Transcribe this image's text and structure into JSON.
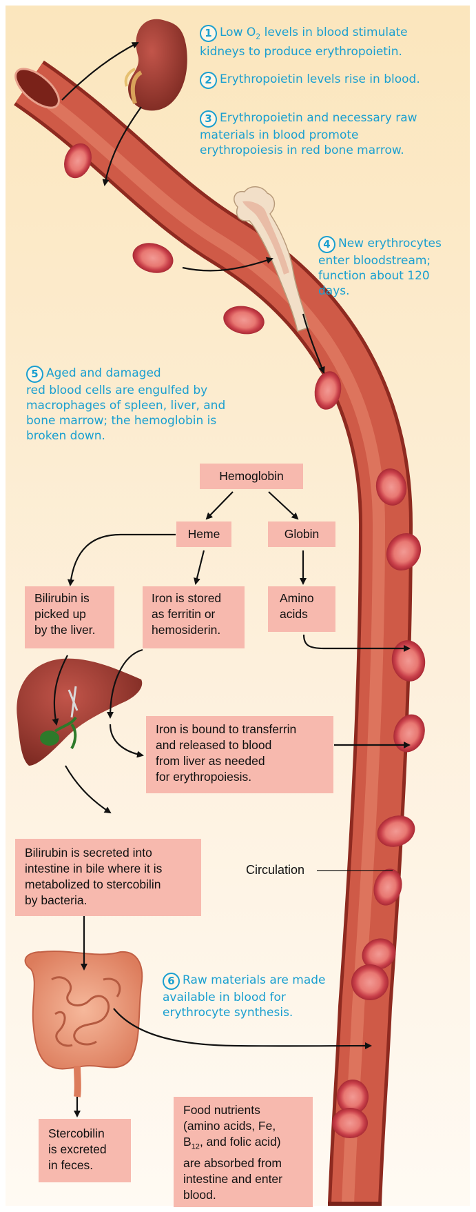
{
  "steps": [
    {
      "num": "1",
      "line1_pre": "Low O",
      "line1_sub": "2",
      "line1_post": " levels in blood stimulate",
      "line2": "kidneys to produce erythropoietin."
    },
    {
      "num": "2",
      "text": "Erythropoietin levels rise in blood."
    },
    {
      "num": "3",
      "line1": "Erythropoietin and necessary raw",
      "line2": "materials in blood promote",
      "line3": "erythropoiesis in red bone marrow."
    },
    {
      "num": "4",
      "line1": "New erythrocytes",
      "line2": "enter bloodstream;",
      "line3": "function about 120",
      "line4": "days."
    },
    {
      "num": "5",
      "line1": "Aged and damaged",
      "line2": "red blood cells are engulfed by",
      "line3": "macrophages of spleen, liver, and",
      "line4": "bone marrow; the hemoglobin is",
      "line5": "broken down."
    },
    {
      "num": "6",
      "line1": "Raw materials are made",
      "line2": "available in blood for",
      "line3": "erythrocyte synthesis."
    }
  ],
  "boxes": {
    "hemoglobin": "Hemoglobin",
    "heme": "Heme",
    "globin": "Globin",
    "bilirubin_liver": [
      "Bilirubin is",
      "picked up",
      "by the liver."
    ],
    "iron_stored": [
      "Iron is stored",
      "as ferritin or",
      "hemosiderin."
    ],
    "amino_acids": [
      "Amino",
      "acids"
    ],
    "iron_transferrin": [
      "Iron is bound to transferrin",
      "and released to blood",
      "from liver as needed",
      "for erythropoiesis."
    ],
    "bilirubin_intestine": [
      "Bilirubin is secreted into",
      "intestine in bile where it is",
      "metabolized to stercobilin",
      "by bacteria."
    ],
    "stercobilin": [
      "Stercobilin",
      "is excreted",
      "in feces."
    ],
    "food_nutrients": {
      "l1": "Food nutrients",
      "l2": "(amino acids, Fe,",
      "l3_pre": "B",
      "l3_sub": "12",
      "l3_post": ", and folic acid)",
      "l4": "are absorbed from",
      "l5": "intestine and enter",
      "l6": "blood."
    }
  },
  "labels": {
    "circulation": "Circulation"
  },
  "colors": {
    "step_text": "#1a9fd0",
    "box_fill": "#f7b9ae",
    "vessel": "#c8493b",
    "background_top": "#fbe8c4"
  }
}
